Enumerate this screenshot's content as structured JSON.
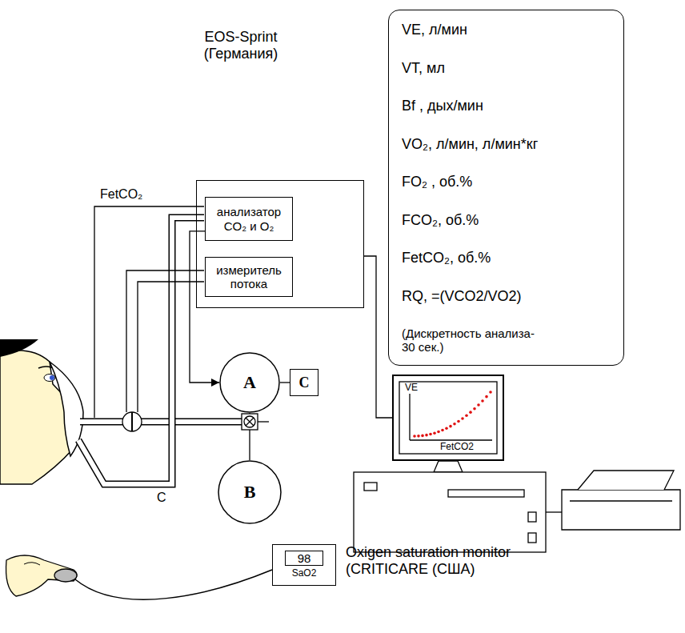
{
  "diagram": {
    "nodes": [
      {
        "text": [
          "EOS-Sprint (Германия)"
        ]
      },
      {
        "text": [
          "анализатор CO₂ и O₂"
        ],
        "in": 0
      },
      {
        "text": [
          "измеритель потока"
        ],
        "in": 0
      },
      {
        "text": [
          "VE, л/мин",
          "VT, мл",
          "Bf , дых/мин",
          "VO₂, л/мин, л/мин*кг",
          "FO₂ , об.%",
          "FCO₂, об.%",
          "FetCO₂,  об.%",
          "RQ, =(VCO2/VO2)",
          "(Дискретность анализа- 30 сек.)"
        ]
      },
      {
        "text": [
          "A"
        ]
      },
      {
        "text": [
          "B"
        ]
      },
      {
        "text": [
          "C"
        ]
      },
      {
        "text": [
          "VE",
          "FetCO2"
        ]
      },
      {
        "text": [
          "98",
          "SaO2"
        ]
      }
    ],
    "edges": [
      {
        "from": 1,
        "to": 4,
        "arrow": "to"
      },
      {
        "from": 0,
        "to": 7,
        "arrow": "none"
      }
    ],
    "labels": [
      "FetCO₂",
      "C",
      "Oxigen saturation monitor (CRITICARE (США)"
    ]
  }
}
